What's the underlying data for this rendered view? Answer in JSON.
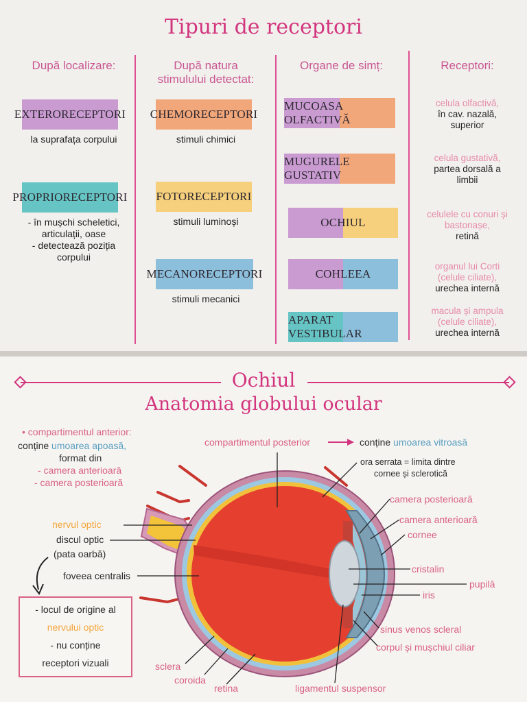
{
  "top": {
    "title": "Tipuri de receptori",
    "headers": [
      "După localizare:",
      "După natura",
      "stimulului detectat:",
      "Organe de simț:",
      "Receptori:"
    ],
    "localizare": [
      {
        "label": "EXTERORECEPTORI",
        "desc": [
          "la suprafața corpului"
        ]
      },
      {
        "label": "PROPRIORECEPTORI",
        "desc": [
          "- în mușchi scheletici,",
          "articulații, oase",
          "- detectează poziția",
          "corpului"
        ]
      }
    ],
    "natura": [
      {
        "label": "CHEMORECEPTORI",
        "desc": "stimuli chimici"
      },
      {
        "label": "FOTORECEPTORI",
        "desc": "stimuli luminoși"
      },
      {
        "label": "MECANORECEPTORI",
        "desc": "stimuli mecanici"
      }
    ],
    "organe": [
      "MUCOASA OLFACTIVĂ",
      "MUGURELE GUSTATIV",
      "OCHIUL",
      "COHLEEA",
      "APARAT VESTIBULAR"
    ],
    "receptori": [
      {
        "pink": [
          "celula olfactivă,"
        ],
        "dark": [
          "în cav. nazală,",
          "superior"
        ]
      },
      {
        "pink": [
          "celula gustativă,"
        ],
        "dark": [
          "partea dorsală a",
          "limbii"
        ]
      },
      {
        "pink": [
          "celulele cu conuri și",
          "bastonașe,"
        ],
        "dark": [
          "retină"
        ]
      },
      {
        "pink": [
          "organul lui Corti",
          "(celule ciliate),"
        ],
        "dark": [
          "urechea internă"
        ]
      },
      {
        "pink": [
          "macula și ampula",
          "(celule ciliate),"
        ],
        "dark": [
          "urechea internă"
        ]
      }
    ],
    "colors": {
      "purple": "#c99bd1",
      "teal": "#66c5c4",
      "orange": "#f2a77a",
      "yellow": "#f6d07c",
      "blue": "#8cbfdc",
      "accent": "#d2357e"
    }
  },
  "bottom": {
    "title": "Ochiul",
    "subtitle": "Anatomia globului ocular",
    "left_note": {
      "bullet": "compartimentul anterior:",
      "l1_a": "conține ",
      "l1_b": "umoarea apoasă,",
      "l2": "format din",
      "l3": "- camera anterioară",
      "l4": "- camera posterioară"
    },
    "box": {
      "l1": "- locul de origine al",
      "l2": "nervului optic",
      "l3": "- nu conține",
      "l4": "receptori vizuali"
    },
    "labels": {
      "nervul_optic": "nervul optic",
      "discul_optic": "discul optic",
      "pata_oarba": "(pata oarbă)",
      "foveea": "foveea centralis",
      "sclera": "sclera",
      "coroida": "coroida",
      "retina": "retina",
      "comp_posterior": "compartimentul posterior",
      "contine": "conține ",
      "umoarea_vitroasa": "umoarea vitroasă",
      "ora1": "ora serrata = limita dintre",
      "ora2": "cornee și sclerotică",
      "camera_posterioara": "camera posterioară",
      "camera_anterioara": "camera anterioară",
      "cornee": "cornee",
      "cristalin": "cristalin",
      "pupila": "pupilă",
      "iris": "iris",
      "sinus": "sinus venos scleral",
      "corpul": "corpul și mușchiul ciliar",
      "ligament": "ligamentul suspensor"
    }
  }
}
